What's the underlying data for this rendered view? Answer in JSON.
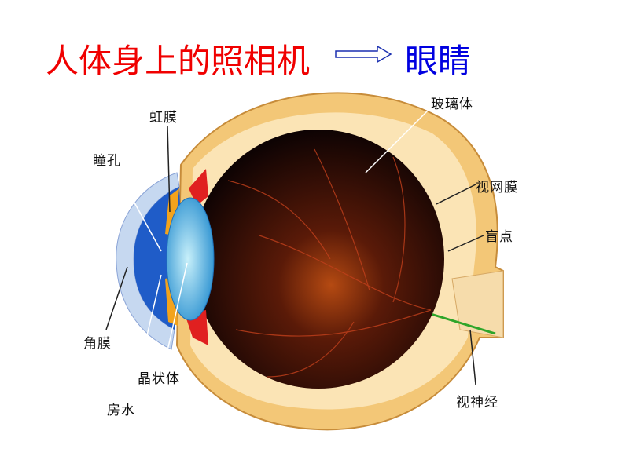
{
  "title": "人体身上的照相机",
  "target": "眼睛",
  "labels": {
    "iris": "虹膜",
    "pupil": "瞳孔",
    "vitreous": "玻璃体",
    "retina": "视网膜",
    "blind_spot": "盲点",
    "cornea": "角膜",
    "lens": "晶状体",
    "aqueous": "房水",
    "optic_nerve": "视神经"
  },
  "colors": {
    "title": "#f00000",
    "target": "#0000e0",
    "arrow": "#1a2fb0"
  }
}
